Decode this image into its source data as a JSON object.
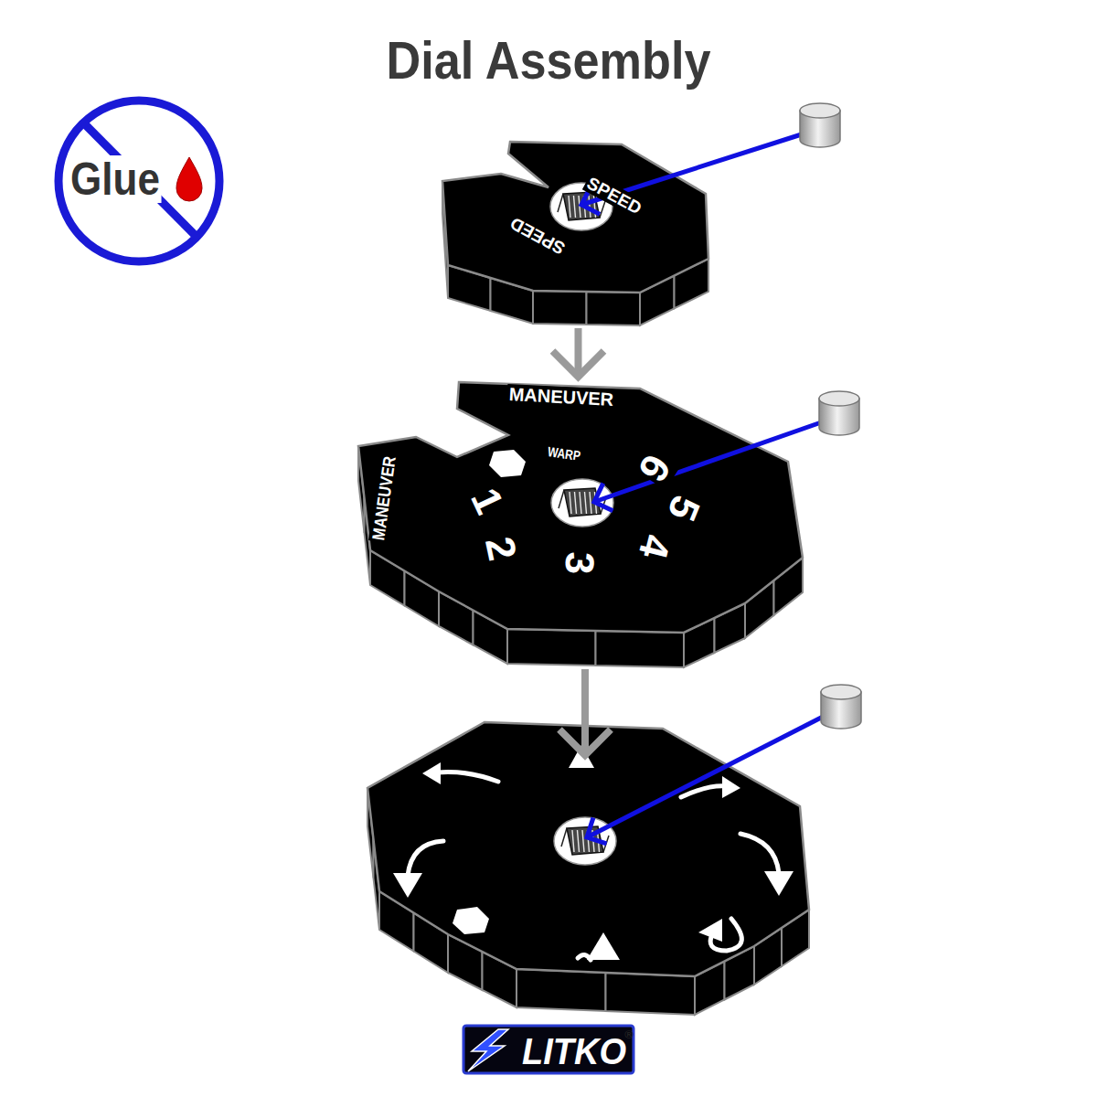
{
  "diagram": {
    "title": "Dial Assembly",
    "nodes": [
      {
        "text": [
          "Glue"
        ]
      },
      {
        "text": [
          "SPEED",
          "SPEED"
        ]
      },
      {
        "text": [
          "MANEUVER",
          "MANEUVER",
          "WARP",
          "1",
          "2",
          "3",
          "4",
          "5",
          "6"
        ]
      },
      {
        "text": [
          "LITKO"
        ]
      }
    ],
    "edges": [
      {
        "from": 1,
        "to": 2,
        "arrow": "to"
      }
    ],
    "labels": [
      "®"
    ]
  }
}
